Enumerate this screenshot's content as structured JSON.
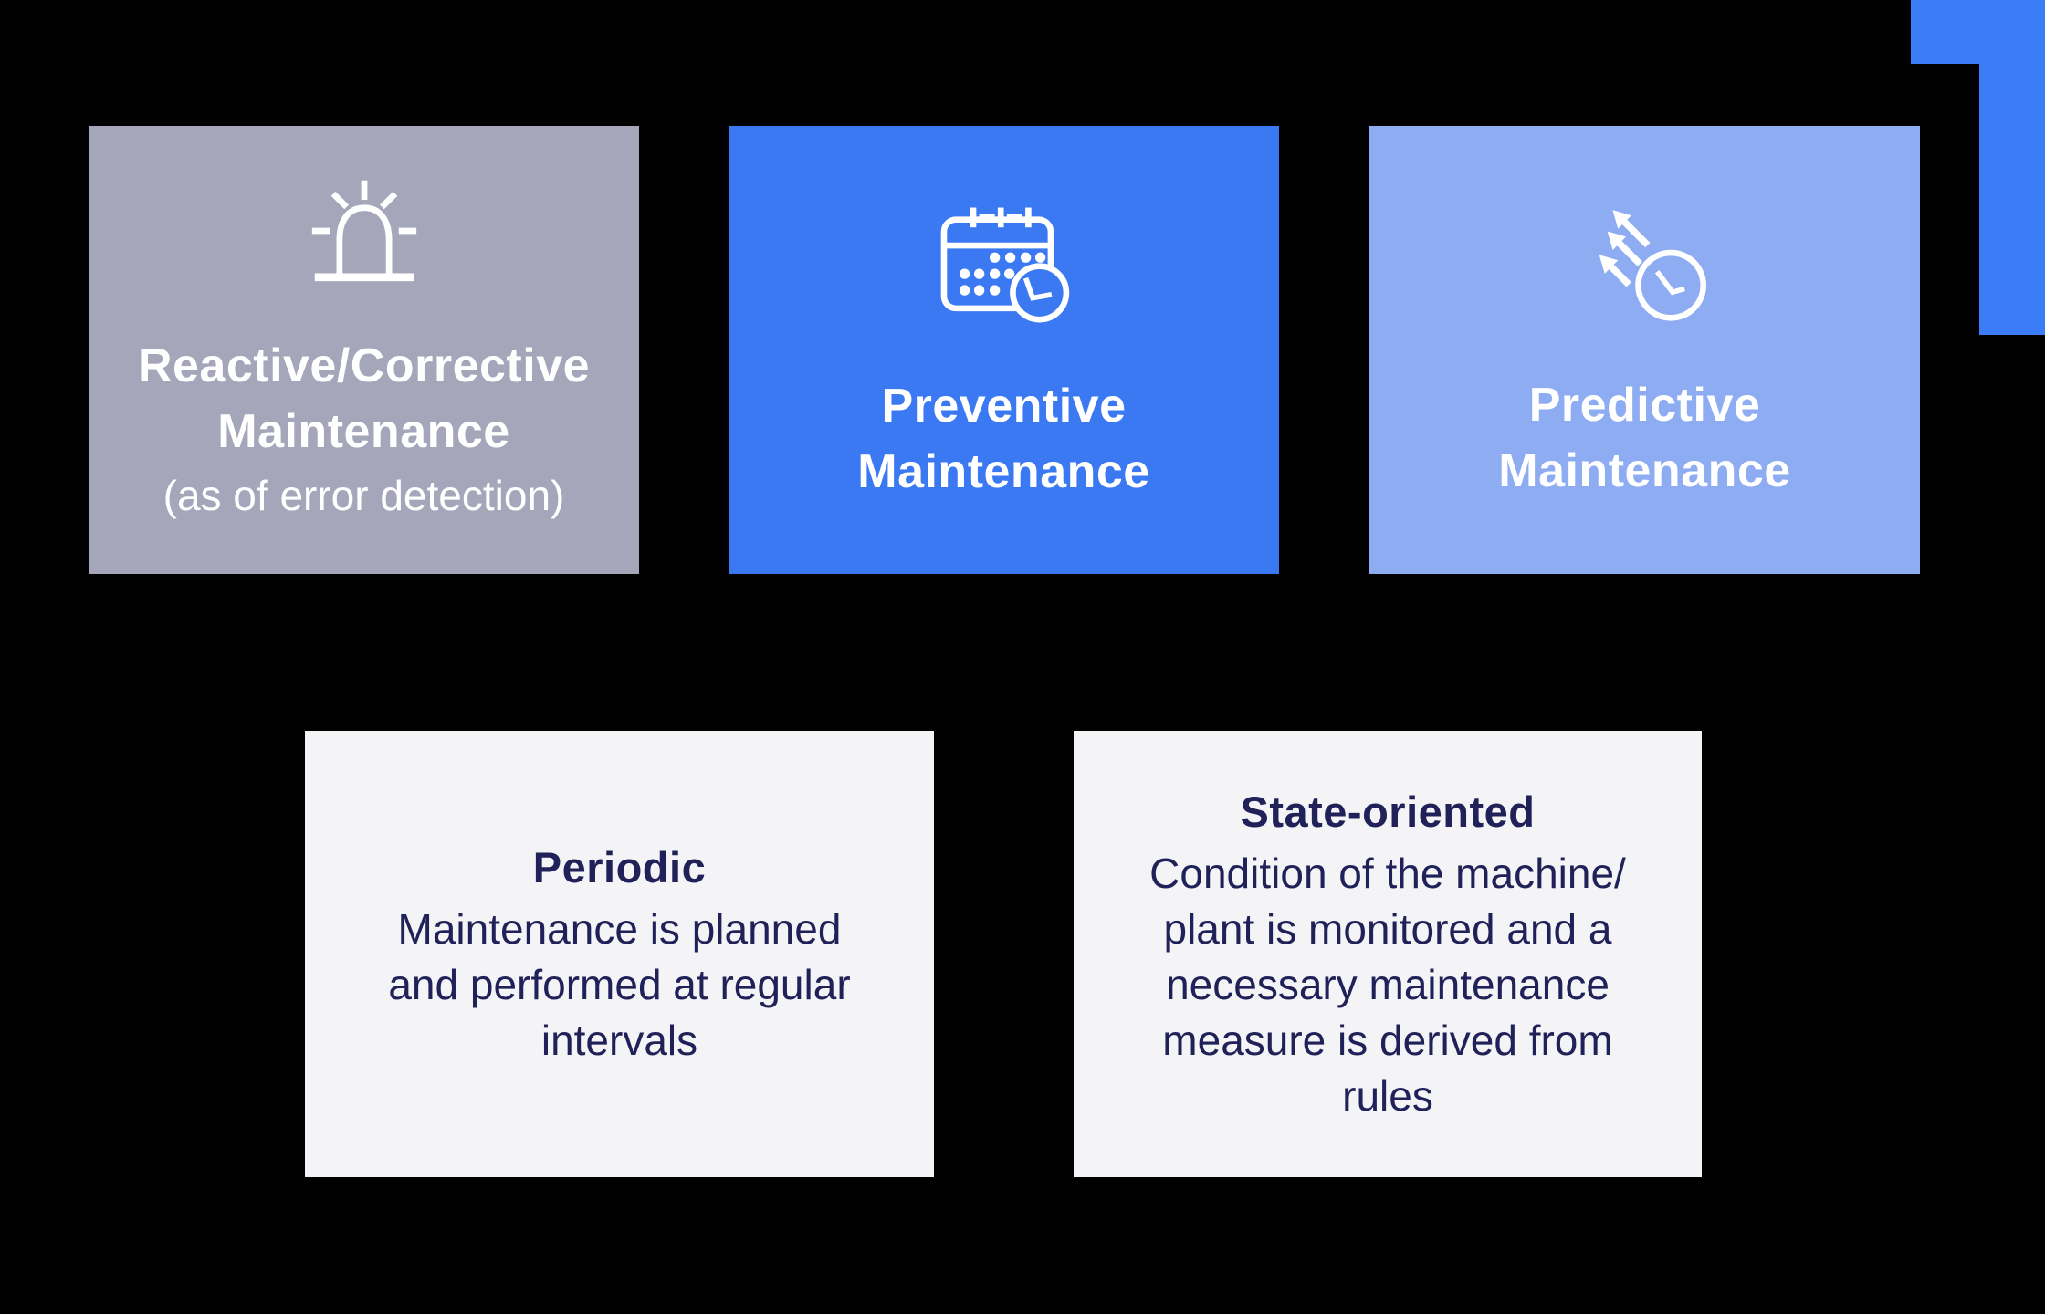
{
  "decoration": {
    "name": "corner-accent",
    "color": "#3B7DF8"
  },
  "colors": {
    "background": "#000000",
    "light_text": "#FFFFFF",
    "dark_text": "#1F2158"
  },
  "top_cards": [
    {
      "bg_color": "#A6A6BB",
      "icon": "siren-icon",
      "title_line1": "Reactive/Corrective",
      "title_line2": "Maintenance",
      "subtitle": "(as of error detection)"
    },
    {
      "bg_color": "#3B79F3",
      "icon": "calendar-clock-icon",
      "title_line1": "Preventive",
      "title_line2": "Maintenance"
    },
    {
      "bg_color": "#8EACF2",
      "icon": "clock-arrows-icon",
      "title_line1": "Predictive",
      "title_line2": "Maintenance"
    }
  ],
  "bottom_cards": [
    {
      "bg_color": "#F4F4F6",
      "title": "Periodic",
      "body_line1": "Maintenance is planned",
      "body_line2": "and performed at regular",
      "body_line3": "intervals"
    },
    {
      "bg_color": "#F4F4F6",
      "title": "State-oriented",
      "body_line1": "Condition of the machine/",
      "body_line2": "plant is monitored and a",
      "body_line3": "necessary maintenance",
      "body_line4": "measure is derived from",
      "body_line5": "rules"
    }
  ]
}
